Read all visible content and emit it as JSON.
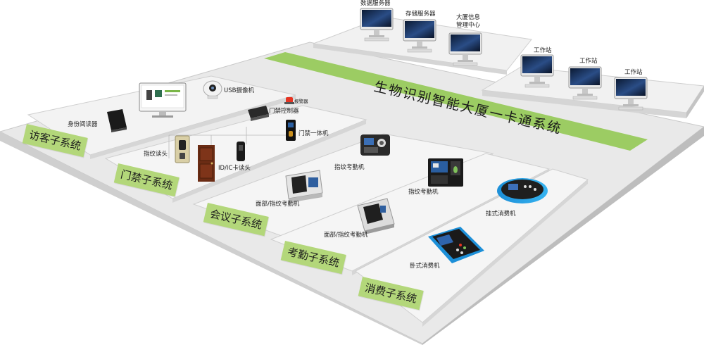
{
  "banner": {
    "title": "生物识别智能大厦一卡通系统"
  },
  "servers": {
    "data_server": "数据服务器",
    "storage_server": "存储服务器",
    "info_center": "大厦信息管理中心",
    "workstations": [
      "工作站",
      "工作站",
      "工作站"
    ]
  },
  "subsystems": {
    "visitor": "访客子系统",
    "access": "门禁子系统",
    "meeting": "会议子系统",
    "attendance": "考勤子系统",
    "consumption": "消费子系统"
  },
  "devices": {
    "usb_camera": "USB摄像机",
    "alarm": "报警器",
    "id_reader": "身份阅读器",
    "door_controller": "门禁控制器",
    "access_all_in_one": "门禁一体机",
    "fingerprint_reader": "指纹读头",
    "ic_card_reader": "ID/IC卡读头",
    "fingerprint_attendance": "指纹考勤机",
    "face_fingerprint_1": "面部/指纹考勤机",
    "fingerprint_attendance_2": "指纹考勤机",
    "face_fingerprint_2": "面部/指纹考勤机",
    "wall_pos": "挂式消费机",
    "desk_pos": "卧式消费机"
  },
  "colors": {
    "banner": "#9ccc63",
    "tag": "#b3d77a",
    "platform_top": "#eaeaea",
    "platform_side": "#cfcfcf"
  }
}
